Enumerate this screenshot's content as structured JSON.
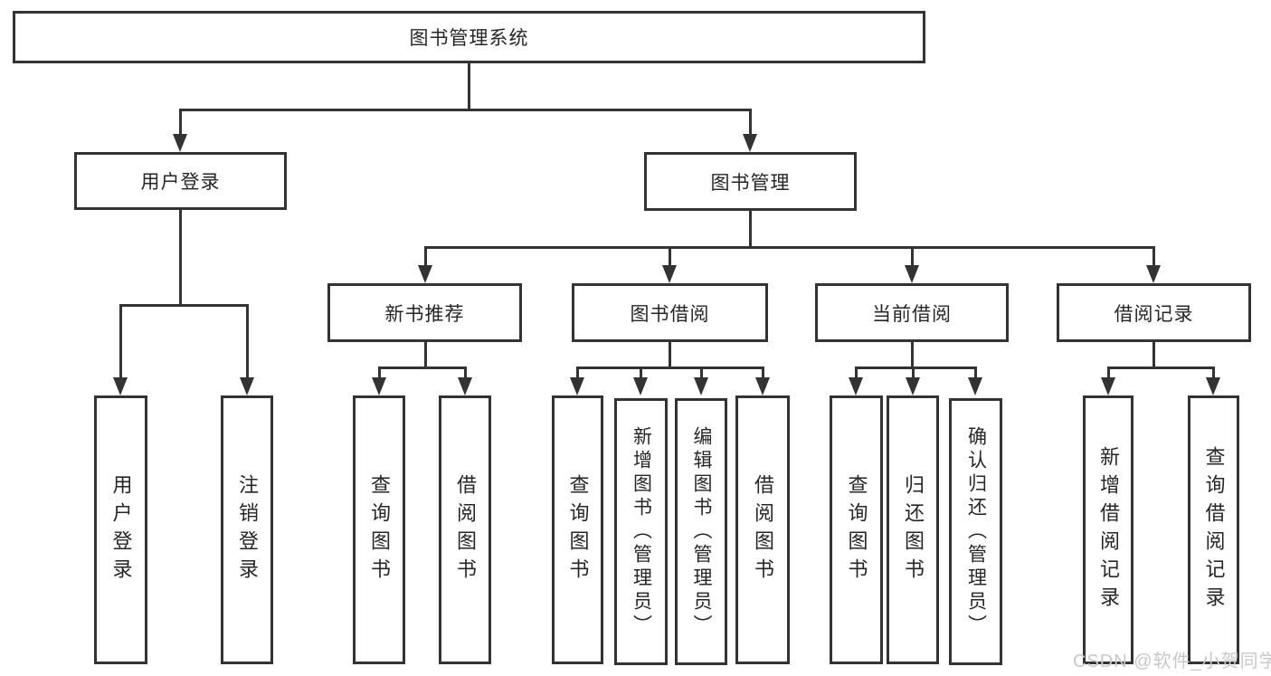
{
  "diagram": {
    "title": "图书管理系统",
    "nodes": {
      "root": "图书管理系统",
      "user_login": "用户登录",
      "book_mgmt": "图书管理",
      "new_book_rec": "新书推荐",
      "book_borrow": "图书借阅",
      "current_borrow": "当前借阅",
      "borrow_record": "借阅记录",
      "leaf_user_login": "用户登录",
      "leaf_logout": "注销登录",
      "leaf_nb_query": "查询图书",
      "leaf_nb_borrow": "借阅图书",
      "leaf_bb_query": "查询图书",
      "leaf_bb_add": "新增图书（管理员）",
      "leaf_bb_edit": "编辑图书（管理员）",
      "leaf_bb_borrow": "借阅图书",
      "leaf_cb_query": "查询图书",
      "leaf_cb_return": "归还图书",
      "leaf_cb_confirm": "确认归还（管理员）",
      "leaf_br_add": "新增借阅记录",
      "leaf_br_query": "查询借阅记录"
    },
    "hierarchy": {
      "图书管理系统": {
        "用户登录": [
          "用户登录",
          "注销登录"
        ],
        "图书管理": {
          "新书推荐": [
            "查询图书",
            "借阅图书"
          ],
          "图书借阅": [
            "查询图书",
            "新增图书（管理员）",
            "编辑图书（管理员）",
            "借阅图书"
          ],
          "当前借阅": [
            "查询图书",
            "归还图书",
            "确认归还（管理员）"
          ],
          "借阅记录": [
            "新增借阅记录",
            "查询借阅记录"
          ]
        }
      }
    }
  },
  "watermark": {
    "text": "CSDN @软件_小贺同学"
  },
  "colors": {
    "line": "#333333",
    "text": "#262626",
    "background": "#ffffff",
    "watermark": "#c8c8c8"
  }
}
